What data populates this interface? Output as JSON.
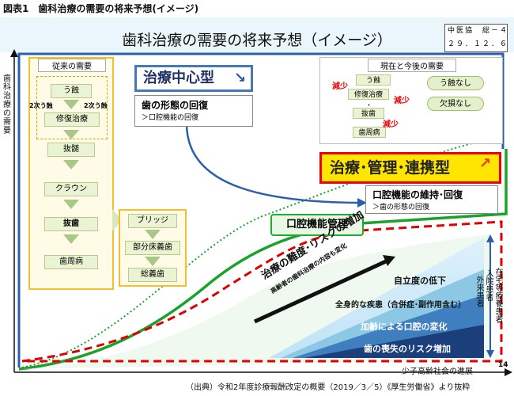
{
  "figure_caption": "図表1　歯科治療の需要の将来予想(イメージ)",
  "main_title": "歯科治療の需要の将来予想（イメージ）",
  "doc_ref": {
    "line1": "中医協　総－４",
    "line2": "２９．１２．６"
  },
  "y_axis_label": "歯科治療の需要",
  "x_axis_label": "少子高齢社会の進展",
  "page_number": "14",
  "source": "（出典）令和2年度診療報酬改定の概要（2019／3／5）《厚生労働省》より抜粋",
  "old_demand": {
    "title": "従来の需要",
    "steps": [
      "う蝕",
      "修復治療",
      "抜髄",
      "クラウン",
      "抜歯",
      "歯周病"
    ],
    "secondary_caries_left": "2次う蝕",
    "secondary_caries_right": "2次う蝕"
  },
  "prosthetics": [
    "ブリッジ",
    "部分床義歯",
    "総義歯"
  ],
  "treatment_centered": {
    "label": "治療中心型",
    "goal": "歯の形態の回復",
    "sub": "＞口腔機能の回復"
  },
  "current_future": {
    "title": "現在と今後の需要",
    "steps": [
      "う蝕",
      "修復治療",
      "・",
      "抜歯",
      "歯周病"
    ],
    "decrease_label": "減少",
    "no_caries": "う蝕なし",
    "no_loss": "欠損なし"
  },
  "treatment_mgmt": {
    "label": "治療･管理･連携型",
    "goal": "口腔機能の維持･回復",
    "sub": "＞歯の形態の回復"
  },
  "oral_function_management": "口腔機能管理",
  "difficulty": {
    "main": "治療の難度･リスクの増加",
    "sub": "高齢者の歯科治療の内容も変化"
  },
  "stacked_layers": [
    "自立度の低下",
    "全身的な疾患（合併症･副作用含む）",
    "加齢による口腔の変化",
    "歯の喪失のリスク増加"
  ],
  "patient_types": [
    "外来患者",
    "入院患者",
    "在宅等療養患者"
  ],
  "colors": {
    "blue_line": "#2a5fae",
    "green_line": "#1aa32a",
    "red_dashed": "#e00000",
    "treatment_mgmt_fill": "#ffe600"
  }
}
